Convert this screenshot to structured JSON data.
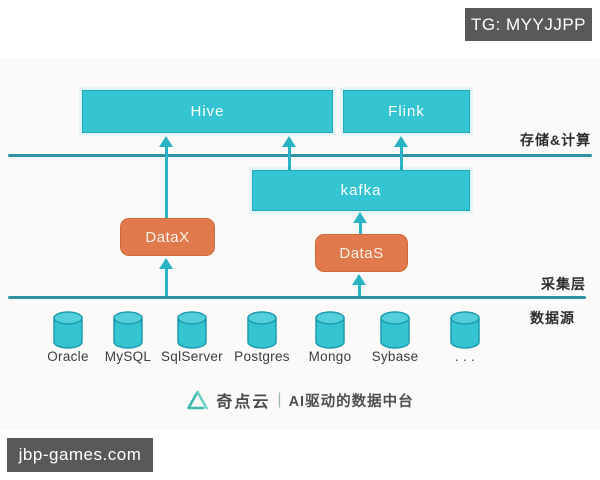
{
  "overlays": {
    "tg_badge": "TG: MYYJJPP",
    "watermark": "jbp-games.com"
  },
  "diagram": {
    "layers": {
      "storage_compute": "存储&计算",
      "collection": "采集层",
      "data_source": "数据源"
    },
    "nodes": {
      "hive": "Hive",
      "flink": "Flink",
      "kafka": "kafka",
      "datax": "DataX",
      "datas": "DataS"
    },
    "sources": {
      "items": [
        {
          "label": "Oracle"
        },
        {
          "label": "MySQL"
        },
        {
          "label": "SqlServer"
        },
        {
          "label": "Postgres"
        },
        {
          "label": "Mongo"
        },
        {
          "label": "Sybase"
        },
        {
          "label": ". . ."
        }
      ]
    }
  },
  "footer": {
    "brand": "奇点云",
    "separator": "|",
    "tagline": "AI驱动的数据中台"
  },
  "colors": {
    "cyan_box": "#35c4d2",
    "orange_box": "#e0794b",
    "layer_line": "#2d93a3",
    "arrow": "#2ab3c4",
    "badge_bg": "#58595b",
    "logo_teal": "#3cb8ad"
  }
}
